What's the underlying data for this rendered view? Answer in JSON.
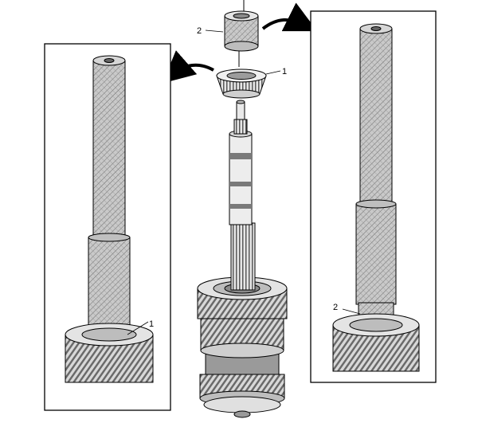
{
  "diagram": {
    "callouts": {
      "center_bearing": "1",
      "center_collar": "2",
      "left_bearing": "1",
      "right_collar": "2"
    }
  }
}
